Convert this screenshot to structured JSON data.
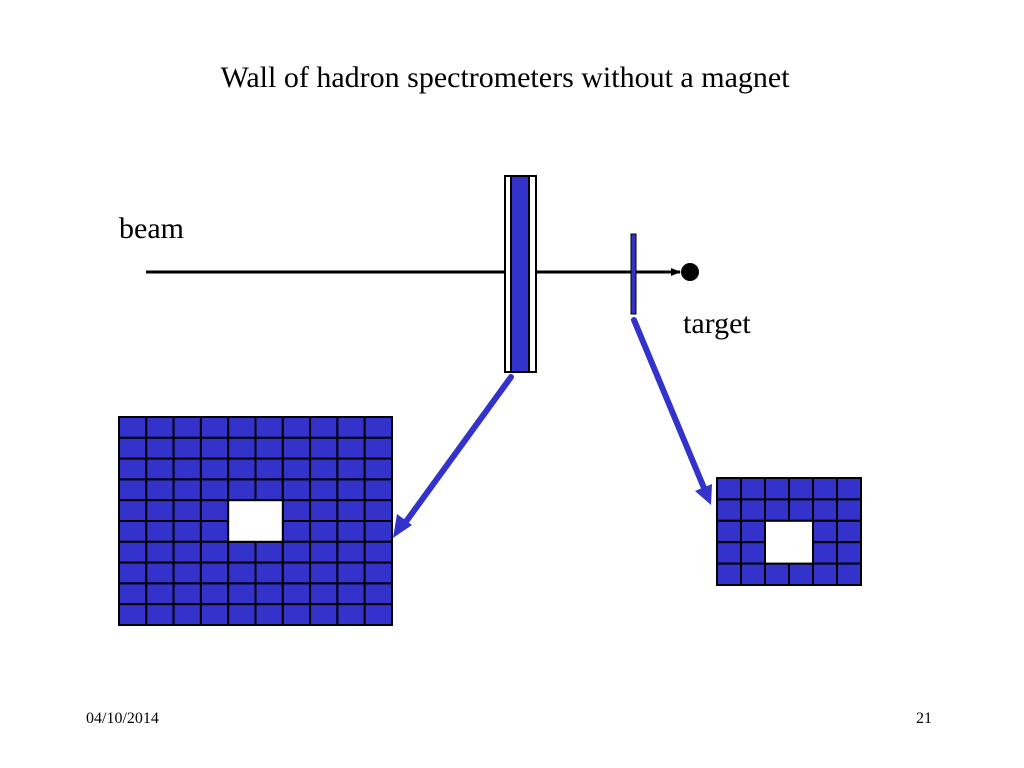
{
  "slide": {
    "title": "Wall of hadron spectrometers without a magnet",
    "footer_date": "04/10/2014",
    "page_number": "21"
  },
  "diagram": {
    "labels": {
      "beam": "beam",
      "target": "target"
    },
    "colors": {
      "detector_fill": "#3333cc",
      "arrow": "#3333cc",
      "grid_line": "#000000",
      "hole": "#ffffff",
      "beam_line": "#000000"
    },
    "large_wall": {
      "columns": 10,
      "rows": 10,
      "hole_columns": [
        4,
        5
      ],
      "hole_rows": [
        4,
        5
      ]
    },
    "small_wall": {
      "columns": 6,
      "rows": 5,
      "hole_columns": [
        2,
        3
      ],
      "hole_rows": [
        2,
        3
      ]
    }
  }
}
